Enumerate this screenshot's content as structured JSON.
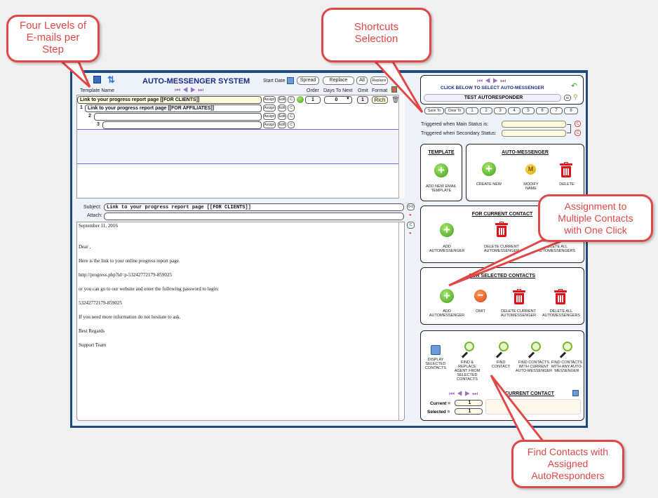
{
  "app": {
    "title": "AUTO-MESSENGER SYSTEM",
    "start_date_label": "Start Date",
    "buttons": {
      "spread": "Spread",
      "replace": "Replace",
      "all": "All",
      "replace_small": "Replace"
    },
    "nav_arrows": [
      "first",
      "prev",
      "next",
      "last"
    ]
  },
  "template_table": {
    "headers": {
      "name": "Template Name",
      "order": "Order",
      "days_to_next": "Days To Next",
      "omit": "Omit",
      "format": "Format"
    },
    "rows": [
      {
        "level": "",
        "name": "Link to your progress report page [[FOR CLIENTS]]",
        "assign": "Assign",
        "edit": "Edit",
        "c": "C"
      },
      {
        "level": "1",
        "name": "Link to your progress report page [[FOR AFFILIATES]]",
        "assign": "Assign",
        "edit": "Edit",
        "c": "C"
      },
      {
        "level": "2",
        "name": "",
        "assign": "Assign",
        "edit": "Edit",
        "c": "C"
      },
      {
        "level": "3",
        "name": "",
        "assign": "Assign",
        "edit": "Edit",
        "c": "C"
      }
    ],
    "order": "1",
    "days_to_next": "0",
    "omit": "1",
    "format": "Rich"
  },
  "email": {
    "subject_label": "Subject:",
    "subject": "Link to your progress report page [[FOR CLIENTS]]",
    "attach_label": "Attach:",
    "attach": "",
    "body": [
      "September 11, 2016",
      "Dear ,",
      "Here is the link to your online progress report page.",
      "http://progress.php?id=p-53242772179-859025",
      "or you can go to our website  and enter the following password to login:",
      "53242772179-859025",
      "If you need more information do not hesitate to ask.",
      "Best Regards",
      "Support Team"
    ],
    "side_buttons": {
      "oo": "0-0",
      "c": "C"
    }
  },
  "selector": {
    "instruction": "CLICK  BELOW TO SELECT AUTO-MESSENGER",
    "selected": "TEST AUTORESPONDER",
    "id_button": "ID"
  },
  "shortcuts": [
    "Save To",
    "Clear To",
    "1",
    "2",
    "3",
    "4",
    "5",
    "6",
    "7",
    "8"
  ],
  "triggers": {
    "main_label": "Triggered when Main Status is:",
    "secondary_label": "Triggered when Secondary Status:",
    "main_value": "",
    "secondary_value": "",
    "clear": "C"
  },
  "panels": {
    "template": {
      "title": "TEMPLATE",
      "add_label": "ADD NEW EMAIL TEMPLATE"
    },
    "automessenger": {
      "title": "AUTO-MESSENGER",
      "create": "CREATE NEW",
      "modify": "MODIFY NAME",
      "delete": "DELETE"
    },
    "current_contact": {
      "title": "FOR CURRENT CONTACT",
      "add": "ADD AUTOMESSENGER",
      "delete_current": "DELETE CURRENT AUTOMESSENGER",
      "delete_all": "DELETE ALL AUTOMESSENGERS"
    },
    "selected_contacts": {
      "title": "FOR SELECTED CONTACTS",
      "add": "ADD AUTOMESSENGER",
      "omit": "OMIT",
      "delete_current": "DELETE CURRENT AUTOMESSENGER",
      "delete_all": "DELETE ALL AUTOMESSENGERS"
    },
    "find": {
      "display": "DISPLAY SELECTED CONTACTS",
      "find_replace": "FIND & REPLACE AGENT FROM SELECTED CONTACTS",
      "find_contact": "FIND CONTACT",
      "find_current": "FIND CONTACTS WITH CURRENT AUTO-MESSENGER",
      "find_any": "FIND CONTACTS WITH ANY AUTO-MESSENGER",
      "current_contact_title": "CURRENT CONTACT",
      "current_label": "Current =",
      "current_value": "1",
      "selected_label": "Selected =",
      "selected_value": "1"
    }
  },
  "callouts": {
    "levels": "Four Levels of E-mails per Step",
    "shortcuts": "Shortcuts Selection",
    "assignment": "Assignment to Multiple Contacts with One Click",
    "find": "Find Contacts with Assigned AutoResponders"
  },
  "colors": {
    "frame": "#1e4a7e",
    "title": "#1a2a8c",
    "callout": "#e04848",
    "highlight_row": "#fffbdc"
  }
}
